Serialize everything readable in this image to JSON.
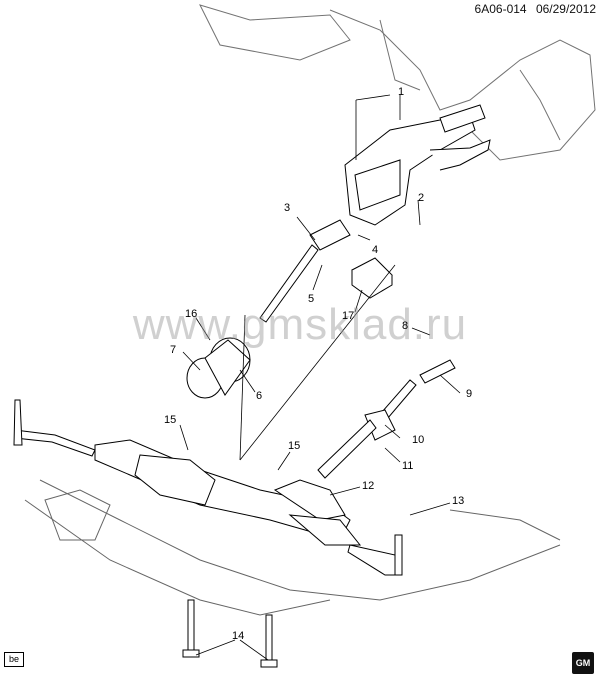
{
  "header": {
    "ref": "6A06-014",
    "date": "06/29/2012"
  },
  "watermark": "www.gmsklad.ru",
  "badges": {
    "left": "be",
    "right_logo": "GM"
  },
  "callouts": [
    "1",
    "2",
    "3",
    "4",
    "5",
    "6",
    "7",
    "8",
    "9",
    "10",
    "11",
    "12",
    "13",
    "14",
    "15",
    "15",
    "16",
    "17"
  ],
  "colors": {
    "line": "#000000",
    "background": "#ffffff",
    "watermark": "#969696"
  }
}
